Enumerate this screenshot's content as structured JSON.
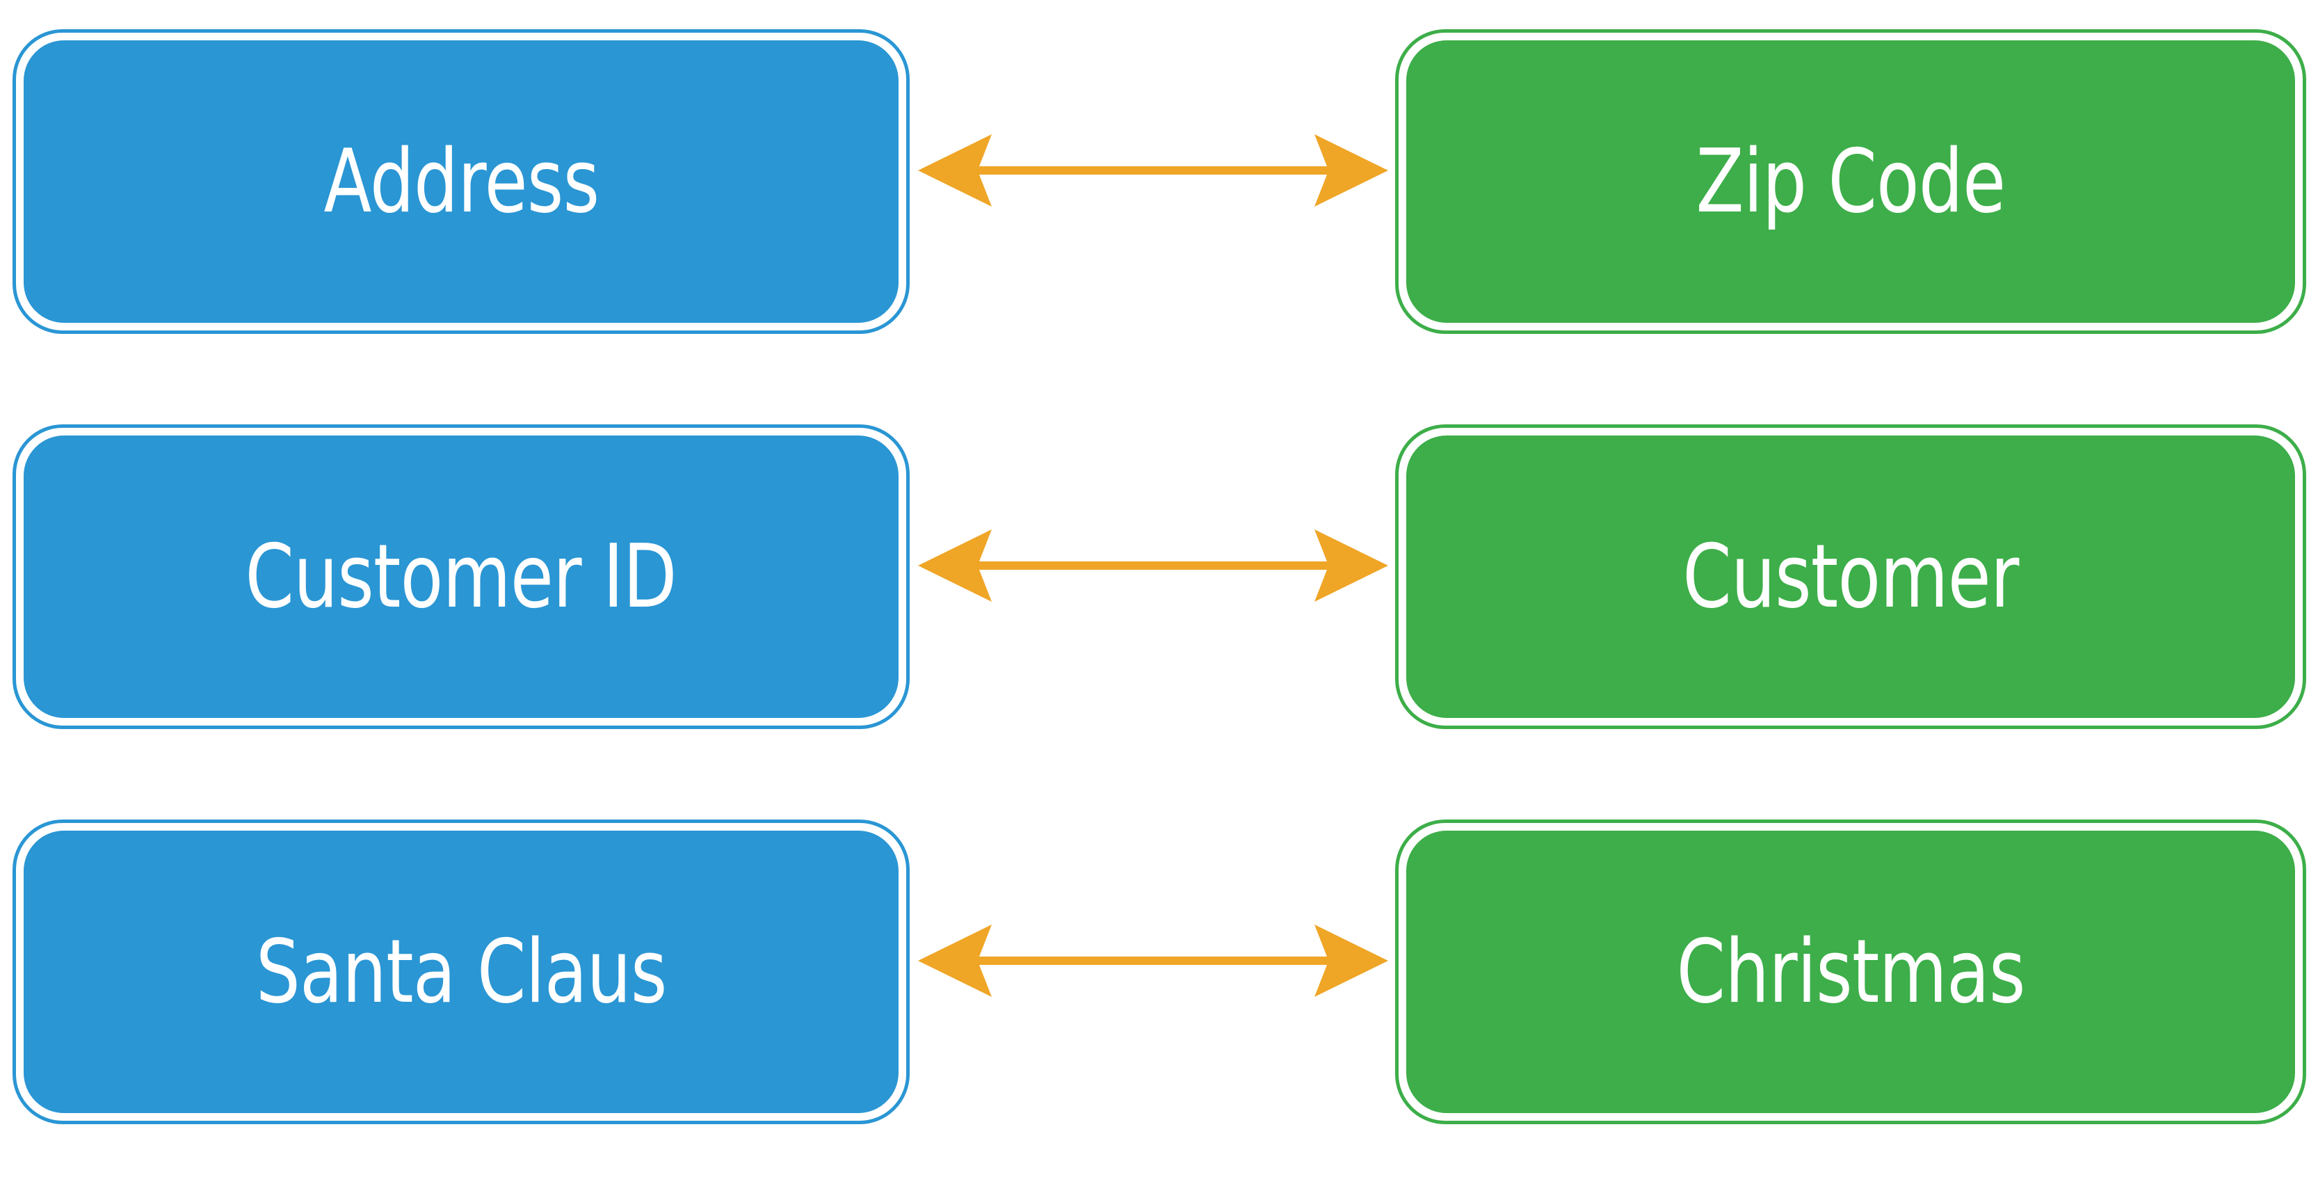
{
  "diagram": {
    "type": "relationship-pairs",
    "background_color": "#FFFFFF",
    "colors": {
      "left_node_fill": "#2A96D4",
      "left_node_border": "#2A96D4",
      "right_node_fill": "#3DAE49",
      "right_node_border": "#3DAE49",
      "connector": "#EFA526",
      "label_text": "#FFFFFF"
    },
    "rows": [
      {
        "left_label": "Address",
        "right_label": "Zip Code",
        "connector": "double-headed-arrow"
      },
      {
        "left_label": "Customer ID",
        "right_label": "Customer",
        "connector": "double-headed-arrow"
      },
      {
        "left_label": "Santa Claus",
        "right_label": "Christmas",
        "connector": "double-headed-arrow"
      }
    ]
  }
}
